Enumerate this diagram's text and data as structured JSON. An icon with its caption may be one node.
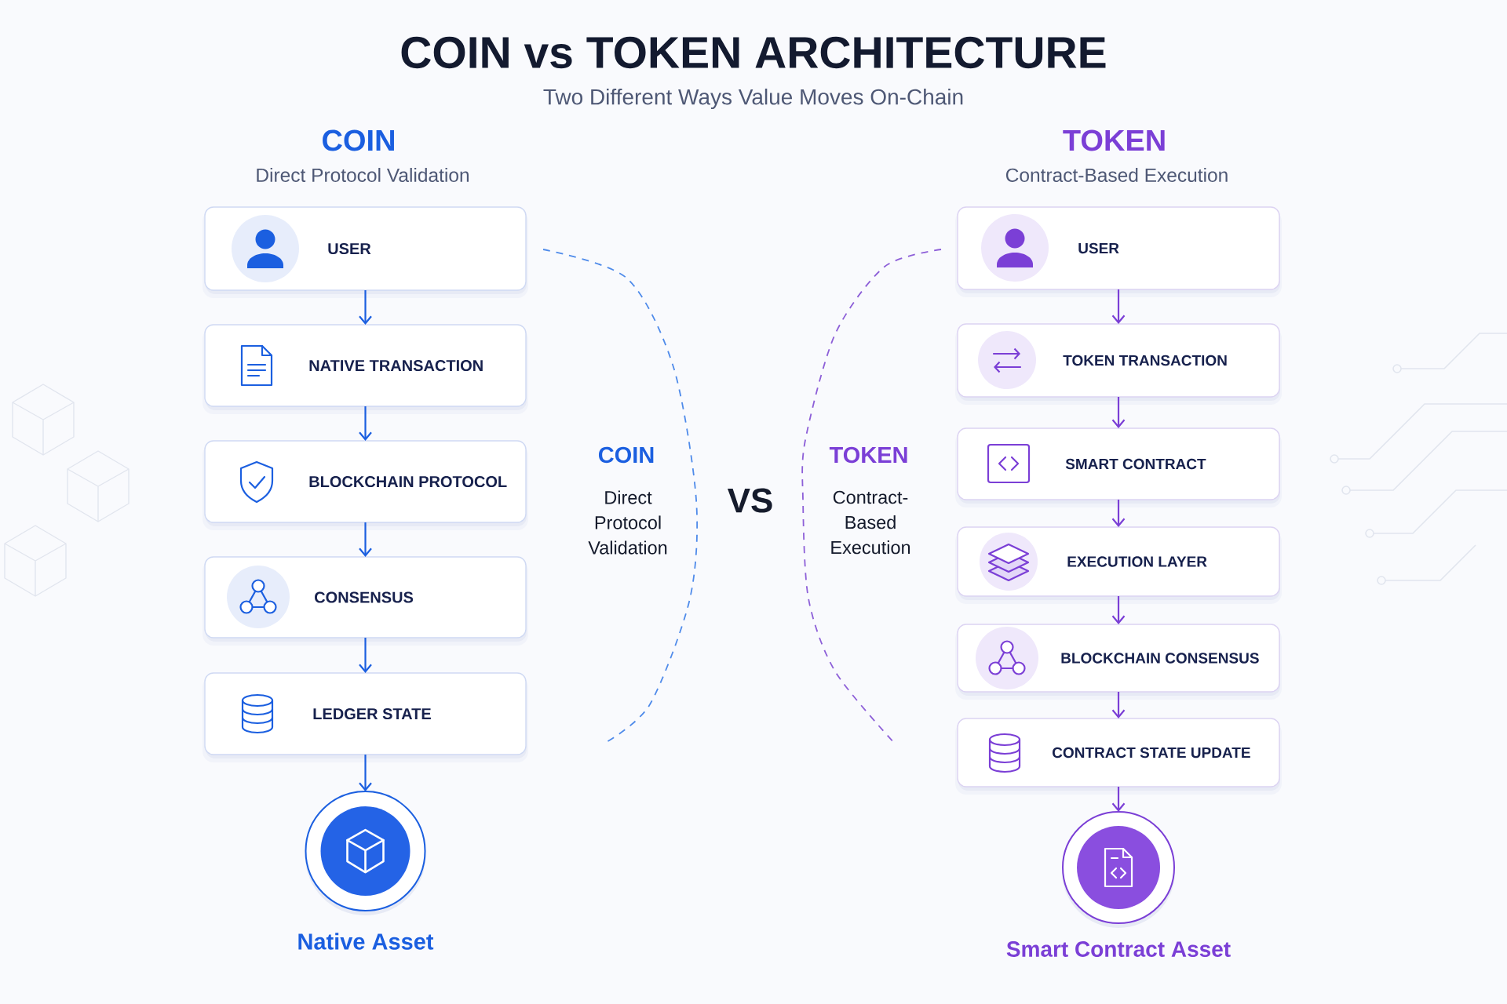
{
  "diagram": {
    "title": "COIN vs TOKEN ARCHITECTURE",
    "nodes": [
      {
        "text": [
          "USER"
        ]
      },
      {
        "text": [
          "NATIVE TRANSACTION"
        ]
      },
      {
        "text": [
          "BLOCKCHAIN PROTOCOL"
        ]
      },
      {
        "text": [
          "CONSENSUS"
        ]
      },
      {
        "text": [
          "LEDGER STATE"
        ]
      },
      {
        "text": [],
        "shape": "circle",
        "beside": [
          "Native Asset"
        ]
      },
      {
        "text": [
          "USER"
        ]
      },
      {
        "text": [
          "TOKEN TRANSACTION"
        ]
      },
      {
        "text": [
          "SMART CONTRACT"
        ]
      },
      {
        "text": [
          "EXECUTION LAYER"
        ]
      },
      {
        "text": [
          "BLOCKCHAIN CONSENSUS"
        ]
      },
      {
        "text": [
          "CONTRACT STATE UPDATE"
        ]
      },
      {
        "text": [],
        "shape": "circle",
        "beside": [
          "Smart Contract Asset"
        ]
      }
    ],
    "edges": [
      {
        "from": 0,
        "to": 1,
        "arrow": "to",
        "color": "#1b5fe0"
      },
      {
        "from": 1,
        "to": 2,
        "arrow": "to",
        "color": "#1b5fe0"
      },
      {
        "from": 2,
        "to": 3,
        "arrow": "to",
        "color": "#1b5fe0"
      },
      {
        "from": 3,
        "to": 4,
        "arrow": "to",
        "color": "#1b5fe0"
      },
      {
        "from": 4,
        "to": 5,
        "arrow": "to",
        "color": "#1b5fe0"
      },
      {
        "from": 6,
        "to": 7,
        "arrow": "to",
        "color": "#7b3fd6"
      },
      {
        "from": 7,
        "to": 8,
        "arrow": "to",
        "color": "#7b3fd6"
      },
      {
        "from": 8,
        "to": 9,
        "arrow": "to",
        "color": "#7b3fd6"
      },
      {
        "from": 9,
        "to": 10,
        "arrow": "to",
        "color": "#7b3fd6"
      },
      {
        "from": 10,
        "to": 11,
        "arrow": "to",
        "color": "#7b3fd6"
      },
      {
        "from": 11,
        "to": 12,
        "arrow": "to",
        "color": "#7b3fd6"
      }
    ],
    "labels": [
      "Two Different Ways Value Moves On-Chain",
      "COIN",
      "Direct Protocol Validation",
      "TOKEN",
      "Contract-Based Execution",
      "COIN",
      "Direct Protocol Validation",
      "VS",
      "TOKEN",
      "Contract-Based Execution"
    ]
  }
}
